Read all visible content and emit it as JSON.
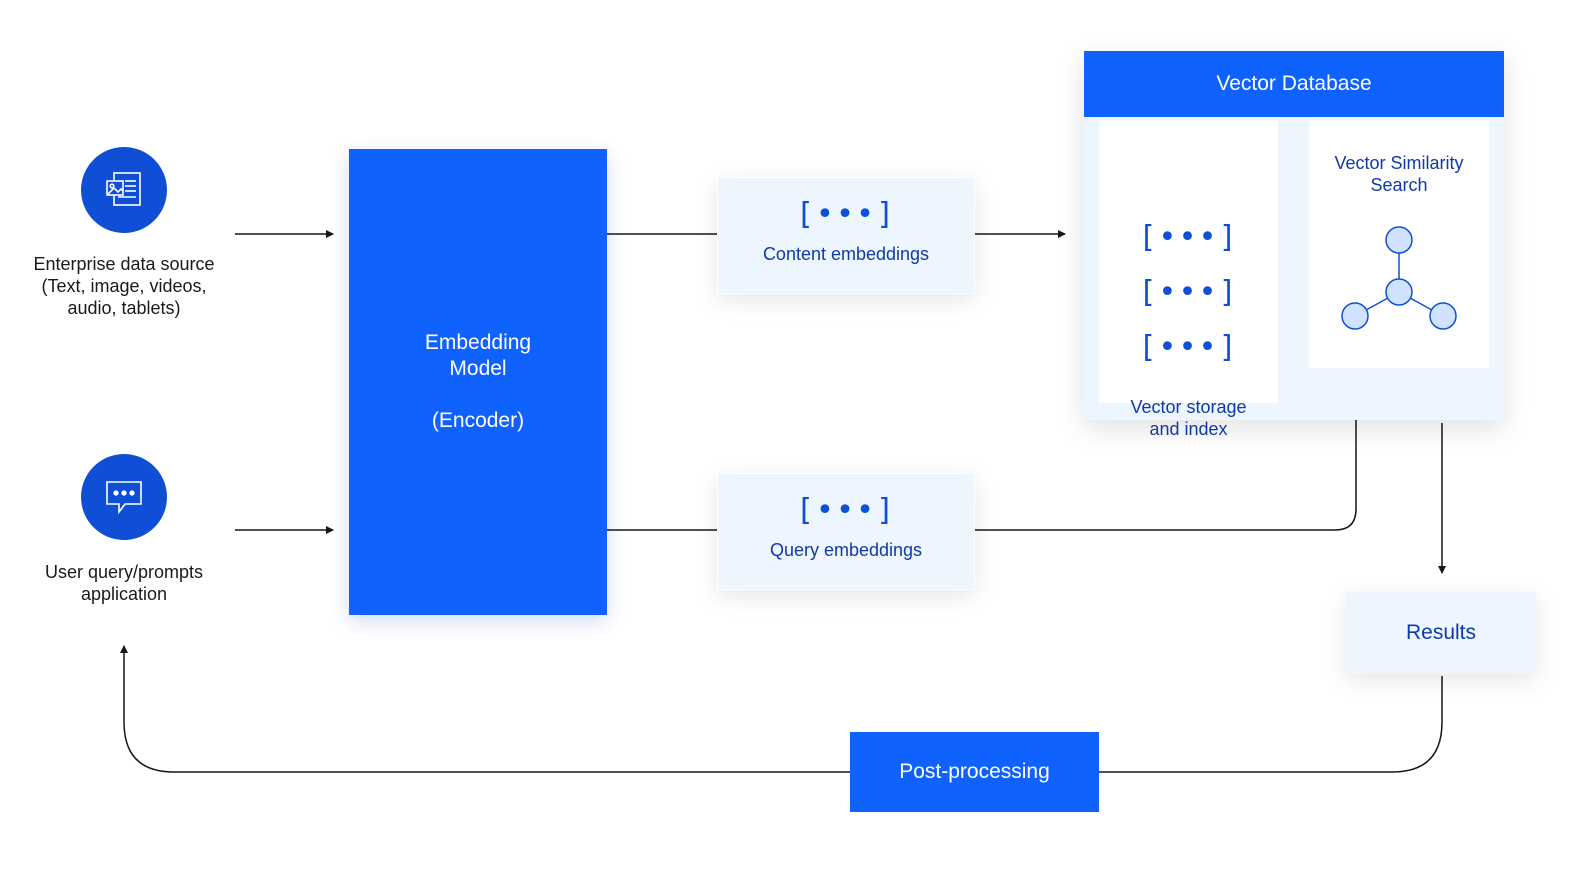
{
  "sources": {
    "enterprise": {
      "icon": "document-image-icon",
      "lines": [
        "Enterprise data source",
        "(Text, image, videos,",
        "audio, tablets)"
      ]
    },
    "user": {
      "icon": "chat-bubble-icon",
      "lines": [
        "User query/prompts",
        "application"
      ]
    }
  },
  "encoder": {
    "title": "Embedding Model",
    "subtitle": "(Encoder)"
  },
  "embeddings": {
    "vector_glyph": "[•••]",
    "content_label": "Content embeddings",
    "query_label": "Query embeddings"
  },
  "vector_db": {
    "title": "Vector Database",
    "storage_lines": [
      "Vector storage",
      "and index"
    ],
    "similarity_lines": [
      "Vector Similarity",
      "Search"
    ]
  },
  "results": {
    "label": "Results"
  },
  "post_processing": {
    "label": "Post-processing"
  },
  "colors": {
    "primary": "#0f62fe",
    "icon_circle": "#0f4fd6",
    "card_bg": "#edf5ff",
    "text_dark_blue": "#0f3aa8",
    "node_fill": "#d0e2ff"
  }
}
